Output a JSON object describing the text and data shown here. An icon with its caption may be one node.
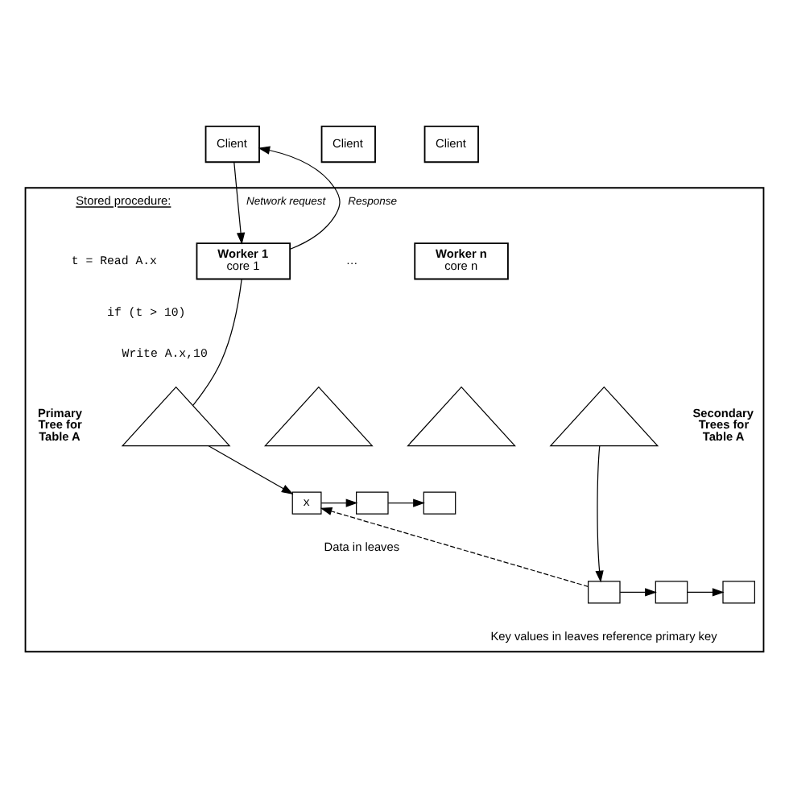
{
  "diagram": {
    "nodes": [
      {
        "text": [
          "Client"
        ]
      },
      {
        "text": [
          "Client"
        ]
      },
      {
        "text": [
          "Client"
        ]
      },
      {
        "text": [],
        "shape": "box"
      },
      {
        "text": [
          "Worker 1",
          "core 1"
        ],
        "in": 3
      },
      {
        "text": [
          "Worker n",
          "core n"
        ],
        "in": 3
      },
      {
        "text": [],
        "shape": "triangle",
        "in": 3,
        "beside": [
          "Primary Tree for Table A"
        ]
      },
      {
        "text": [],
        "shape": "triangle",
        "in": 3
      },
      {
        "text": [],
        "shape": "triangle",
        "in": 3
      },
      {
        "text": [],
        "shape": "triangle",
        "in": 3,
        "beside": [
          "Secondary Trees for Table A"
        ]
      },
      {
        "text": [
          "x"
        ],
        "in": 3
      },
      {
        "text": [],
        "shape": "box",
        "in": 3
      },
      {
        "text": [],
        "shape": "box",
        "in": 3
      },
      {
        "text": [],
        "shape": "box",
        "in": 3
      },
      {
        "text": [],
        "shape": "box",
        "in": 3
      },
      {
        "text": [],
        "shape": "box",
        "in": 3
      }
    ],
    "edges": [
      {
        "from": 0,
        "to": 4,
        "arrow": "to",
        "label": "Network request"
      },
      {
        "from": 4,
        "to": 0,
        "arrow": "to",
        "label": "Response"
      },
      {
        "from": 4,
        "to": 6,
        "arrow": "none"
      },
      {
        "from": 6,
        "to": 10,
        "arrow": "to"
      },
      {
        "from": 10,
        "to": 11,
        "arrow": "to"
      },
      {
        "from": 11,
        "to": 12,
        "arrow": "to"
      },
      {
        "from": 9,
        "to": 13,
        "arrow": "to"
      },
      {
        "from": 13,
        "to": 14,
        "arrow": "to"
      },
      {
        "from": 14,
        "to": 15,
        "arrow": "to"
      },
      {
        "from": 13,
        "to": 10,
        "arrow": "to",
        "style": "dashed"
      }
    ],
    "labels": [
      "Stored procedure:",
      "t = Read A.x",
      "if (t > 10)",
      "Write A.x,10",
      "…",
      "Data in leaves",
      "Key values in leaves reference primary key"
    ]
  }
}
